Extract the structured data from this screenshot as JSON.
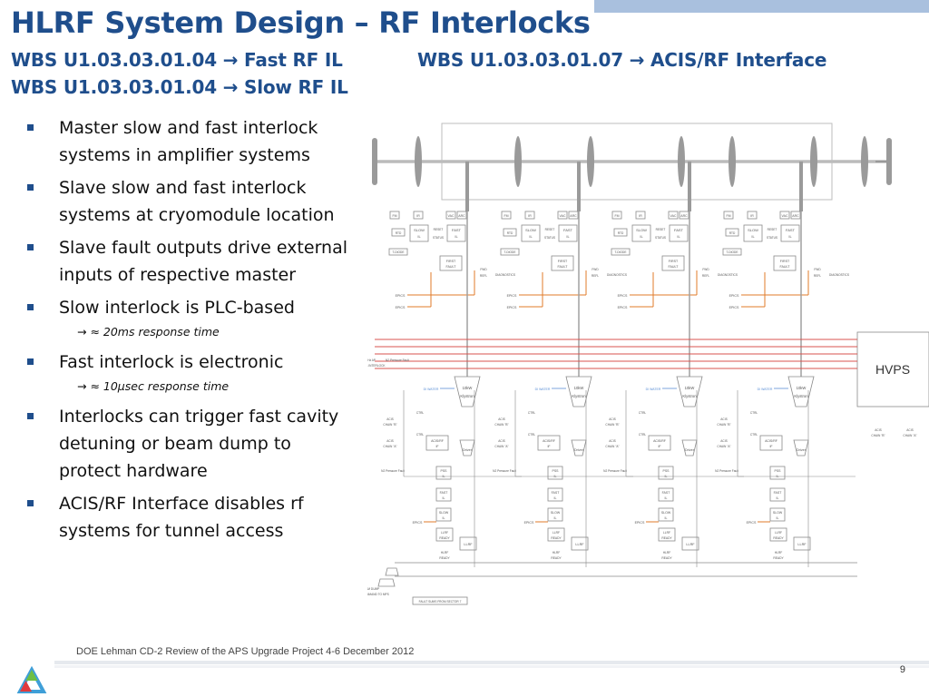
{
  "slide": {
    "title": "HLRF System Design – RF Interlocks",
    "subtitles": [
      "WBS U1.03.03.01.04 → Fast RF IL",
      "WBS U1.03.03.01.07 → ACIS/RF Interface",
      "WBS U1.03.03.01.04 → Slow RF IL"
    ],
    "bullets": [
      "Master slow and fast interlock systems in amplifier systems",
      "Slave slow and fast interlock systems at cryomodule location",
      "Slave fault outputs drive external inputs of respective master",
      "Slow interlock is PLC-based",
      "→ ≈ 20ms response time",
      "Fast interlock is electronic",
      "→ ≈ 10µsec response time",
      "Interlocks can trigger fast cavity detuning or beam dump to protect hardware",
      "ACIS/RF Interface disables rf systems for tunnel access"
    ],
    "footer": "DOE Lehman CD-2 Review of the APS Upgrade Project    4-6 December  2012",
    "page_number": "9"
  },
  "diagram": {
    "top_labels": [
      "FM",
      "IR",
      "VAC",
      "ARC"
    ],
    "slow_label": "SLOW",
    "il_label": "IL",
    "fast_label": "FAST",
    "reset_label": "RESET",
    "status_label": "STATUS",
    "rtd_label": "RTD",
    "tdiode_label": "T-DIODE",
    "first_fault_label": "FIRST",
    "fault_label": "FAULT",
    "fwd_label": "FWD",
    "refl_label": "REFL",
    "diagnostics_label": "DIAGNOSTICS",
    "llrf_label": "LLRF",
    "epics_label": "EPICS",
    "water_label": "DI WATER",
    "klystron_power": "10kW",
    "klystron_label": "Klystron",
    "acis_label": "ACIS",
    "acis_chain_b": "CHAIN \"B\"",
    "acis_chain_a": "CHAIN \"A\"",
    "ctrl_label": "CTRL",
    "acis_rf_label": "ACIS/RF",
    "if_label": "IF",
    "driver_label": "Driver",
    "n2_label": "N2 Pressure Fault",
    "pss_label": "PSS",
    "llrf_ready_label": "LLRF",
    "ready_label": "READY",
    "hlrf_label": "HLRF",
    "hvps_label": "HVPS",
    "left_note_1": "400 Hz AP",
    "left_note_2": "PSS INTERLOCK",
    "n2_fault_top": "N2 Pressure Fault",
    "beam_dump_1": "BEAM DUMP",
    "beam_dump_2": "COMMAND TO MPS",
    "fault_sums": "FAULT SUMS FROM SECTOR 7"
  },
  "colors": {
    "title": "#1f4e8c",
    "accent_bar": "#a9c0de",
    "epics_line": "#e07b2a",
    "hvps_line": "#d9534f",
    "water_line": "#5b8fd6",
    "diagram_line": "#8a8a8a"
  }
}
